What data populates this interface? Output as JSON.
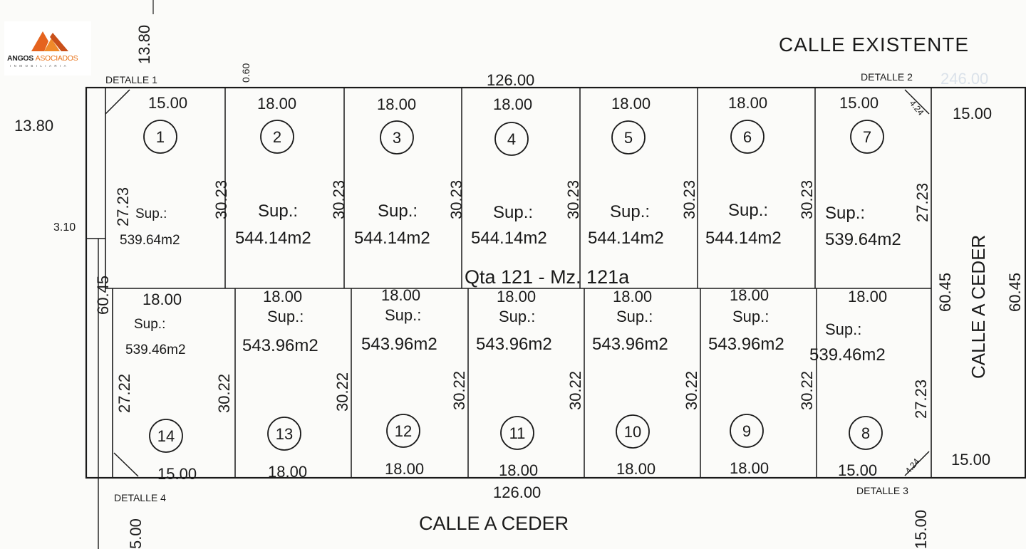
{
  "logo": {
    "brand": "ANGOS",
    "accent": "ASOCIADOS",
    "subtitle": "INMOBILIARIA"
  },
  "streets": {
    "top": "CALLE EXISTENTE",
    "bottom": "CALLE A CEDER",
    "right": "CALLE A CEDER"
  },
  "block_label": "Qta 121 - Mz. 121a",
  "details": {
    "d1": "DETALLE 1",
    "d2": "DETALLE 2",
    "d3": "DETALLE 3",
    "d4": "DETALLE 4"
  },
  "dimensions": {
    "top_total": "126.00",
    "bottom_total": "126.00",
    "faded_top": "246.00",
    "left_height": "60.45",
    "right_height": "60.45",
    "far_right_height": "60.45",
    "top_left_vertical": "13.80",
    "left_13_80": "13.80",
    "left_3_10": "3.10",
    "small_0_60": "0.60",
    "right_15_top": "15.00",
    "right_15_bottom": "15.00",
    "bottom_left_vertical": "5.00",
    "bottom_right_vertical": "15.00",
    "chamfer_top": "4.24",
    "chamfer_bottom": "4.24"
  },
  "lots_top": [
    {
      "number": "1",
      "front": "15.00",
      "sup_label": "Sup.:",
      "area": "539.64m2",
      "side_left": "27.23",
      "side_right": "30.23"
    },
    {
      "number": "2",
      "front": "18.00",
      "sup_label": "Sup.:",
      "area": "544.14m2",
      "side_right": "30.23"
    },
    {
      "number": "3",
      "front": "18.00",
      "sup_label": "Sup.:",
      "area": "544.14m2",
      "side_right": "30.23"
    },
    {
      "number": "4",
      "front": "18.00",
      "sup_label": "Sup.:",
      "area": "544.14m2",
      "side_right": "30.23"
    },
    {
      "number": "5",
      "front": "18.00",
      "sup_label": "Sup.:",
      "area": "544.14m2",
      "side_right": "30.23"
    },
    {
      "number": "6",
      "front": "18.00",
      "sup_label": "Sup.:",
      "area": "544.14m2",
      "side_right": "30.23"
    },
    {
      "number": "7",
      "front": "15.00",
      "sup_label": "Sup.:",
      "area": "539.64m2",
      "side_right": "27.23"
    }
  ],
  "lots_bottom": [
    {
      "number": "14",
      "top": "18.00",
      "front": "15.00",
      "sup_label": "Sup.:",
      "area": "539.46m2",
      "side_left": "27.22",
      "side_right": "30.22"
    },
    {
      "number": "13",
      "top": "18.00",
      "front": "18.00",
      "sup_label": "Sup.:",
      "area": "543.96m2",
      "side_right": "30.22"
    },
    {
      "number": "12",
      "top": "18.00",
      "front": "18.00",
      "sup_label": "Sup.:",
      "area": "543.96m2",
      "side_right": "30.22"
    },
    {
      "number": "11",
      "top": "18.00",
      "front": "18.00",
      "sup_label": "Sup.:",
      "area": "543.96m2",
      "side_right": "30.22"
    },
    {
      "number": "10",
      "top": "18.00",
      "front": "18.00",
      "sup_label": "Sup.:",
      "area": "543.96m2",
      "side_right": "30.22"
    },
    {
      "number": "9",
      "top": "18.00",
      "front": "18.00",
      "sup_label": "Sup.:",
      "area": "543.96m2",
      "side_right": "30.22"
    },
    {
      "number": "8",
      "top": "18.00",
      "front": "15.00",
      "sup_label": "Sup.:",
      "area": "539.46m2",
      "side_right": "27.23"
    }
  ]
}
